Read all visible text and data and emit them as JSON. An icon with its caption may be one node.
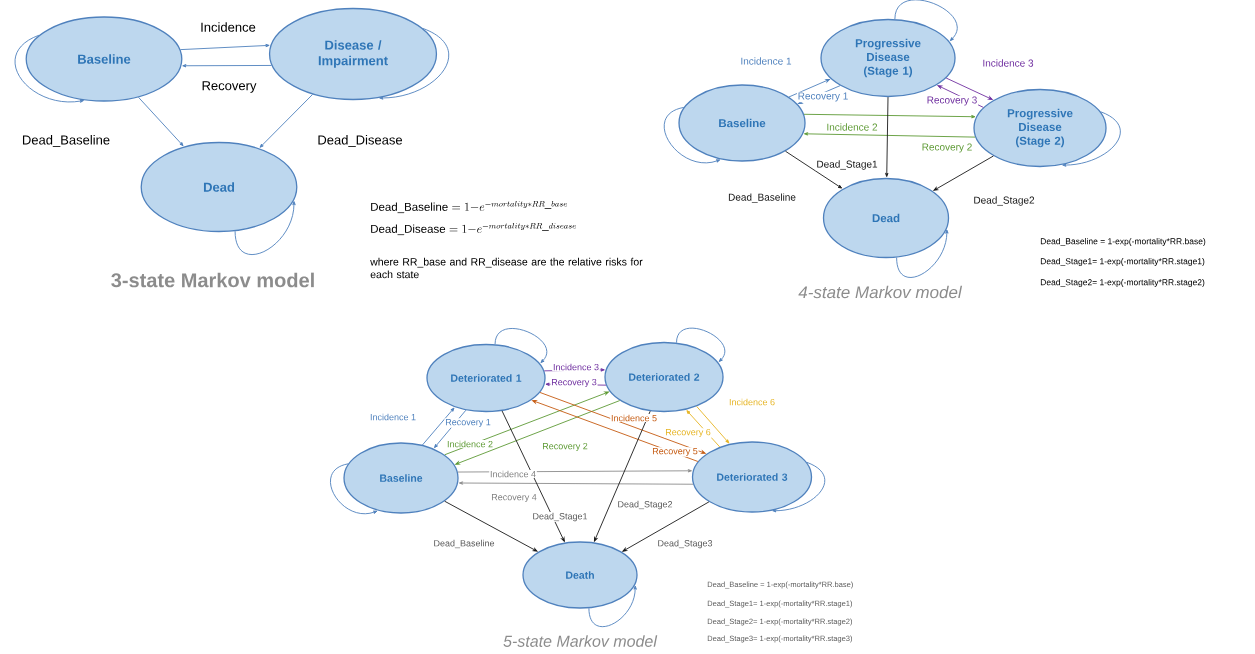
{
  "diagram": {
    "nodes": [
      {
        "text": [
          "Baseline"
        ]
      },
      {
        "text": [
          "Disease / Impairment"
        ]
      },
      {
        "text": [
          "Dead"
        ]
      },
      {
        "text": [
          "Progressive Disease (Stage 1)"
        ]
      },
      {
        "text": [
          "Baseline"
        ]
      },
      {
        "text": [
          "Progressive Disease (Stage 2)"
        ]
      },
      {
        "text": [
          "Dead"
        ]
      },
      {
        "text": [
          "Deteriorated 1"
        ]
      },
      {
        "text": [
          "Deteriorated 2"
        ]
      },
      {
        "text": [
          "Baseline"
        ]
      },
      {
        "text": [
          "Deteriorated 3"
        ]
      },
      {
        "text": [
          "Death"
        ]
      }
    ],
    "edges": [
      {
        "from": 0,
        "to": 1,
        "arrow": "to",
        "label": "Incidence"
      },
      {
        "from": 1,
        "to": 0,
        "arrow": "to",
        "label": "Recovery"
      },
      {
        "from": 0,
        "to": 2,
        "arrow": "to",
        "label": "Dead_Baseline"
      },
      {
        "from": 1,
        "to": 2,
        "arrow": "to",
        "label": "Dead_Disease"
      },
      {
        "from": 0,
        "to": 0,
        "arrow": "to"
      },
      {
        "from": 1,
        "to": 1,
        "arrow": "to"
      },
      {
        "from": 2,
        "to": 2,
        "arrow": "to"
      },
      {
        "from": 4,
        "to": 3,
        "arrow": "to",
        "label": "Incidence 1"
      },
      {
        "from": 3,
        "to": 4,
        "arrow": "to",
        "label": "Recovery 1"
      },
      {
        "from": 3,
        "to": 5,
        "arrow": "to",
        "label": "Incidence 3",
        "color": "#7030a0"
      },
      {
        "from": 5,
        "to": 3,
        "arrow": "to",
        "label": "Recovery 3",
        "color": "#7030a0"
      },
      {
        "from": 4,
        "to": 5,
        "arrow": "to",
        "label": "Incidence 2",
        "color": "#5e9a35"
      },
      {
        "from": 5,
        "to": 4,
        "arrow": "to",
        "label": "Recovery 2",
        "color": "#5e9a35"
      },
      {
        "from": 3,
        "to": 6,
        "arrow": "to",
        "label": "Dead_Stage1",
        "color": "#1a1a1a"
      },
      {
        "from": 4,
        "to": 6,
        "arrow": "to",
        "label": "Dead_Baseline",
        "color": "#1a1a1a"
      },
      {
        "from": 5,
        "to": 6,
        "arrow": "to",
        "label": "Dead_Stage2",
        "color": "#1a1a1a"
      },
      {
        "from": 3,
        "to": 3,
        "arrow": "to"
      },
      {
        "from": 4,
        "to": 4,
        "arrow": "to"
      },
      {
        "from": 5,
        "to": 5,
        "arrow": "to"
      },
      {
        "from": 6,
        "to": 6,
        "arrow": "to"
      },
      {
        "from": 9,
        "to": 7,
        "arrow": "to",
        "label": "Incidence 1"
      },
      {
        "from": 7,
        "to": 9,
        "arrow": "to",
        "label": "Recovery 1"
      },
      {
        "from": 7,
        "to": 8,
        "arrow": "to",
        "label": "Incidence 3",
        "color": "#7030a0"
      },
      {
        "from": 8,
        "to": 7,
        "arrow": "to",
        "label": "Recovery 3",
        "color": "#7030a0"
      },
      {
        "from": 9,
        "to": 8,
        "arrow": "to",
        "label": "Incidence 2",
        "color": "#5e9a35"
      },
      {
        "from": 8,
        "to": 9,
        "arrow": "to",
        "label": "Recovery 2",
        "color": "#5e9a35"
      },
      {
        "from": 7,
        "to": 10,
        "arrow": "to",
        "label": "Incidence 5",
        "color": "#c55a11"
      },
      {
        "from": 10,
        "to": 7,
        "arrow": "to",
        "label": "Recovery 5",
        "color": "#c55a11"
      },
      {
        "from": 8,
        "to": 10,
        "arrow": "to",
        "label": "Incidence 6",
        "color": "#e6b422"
      },
      {
        "from": 10,
        "to": 8,
        "arrow": "to",
        "label": "Recovery 6",
        "color": "#e6b422"
      },
      {
        "from": 9,
        "to": 10,
        "arrow": "to",
        "label": "Incidence 4",
        "color": "#8c8c8c"
      },
      {
        "from": 10,
        "to": 9,
        "arrow": "to",
        "label": "Recovery 4",
        "color": "#8c8c8c"
      },
      {
        "from": 9,
        "to": 11,
        "arrow": "to",
        "label": "Dead_Baseline",
        "color": "#1a1a1a"
      },
      {
        "from": 7,
        "to": 11,
        "arrow": "to",
        "label": "Dead_Stage1",
        "color": "#1a1a1a"
      },
      {
        "from": 8,
        "to": 11,
        "arrow": "to",
        "label": "Dead_Stage2",
        "color": "#1a1a1a"
      },
      {
        "from": 10,
        "to": 11,
        "arrow": "to",
        "label": "Dead_Stage3",
        "color": "#1a1a1a"
      },
      {
        "from": 7,
        "to": 7,
        "arrow": "to"
      },
      {
        "from": 8,
        "to": 8,
        "arrow": "to"
      },
      {
        "from": 9,
        "to": 9,
        "arrow": "to"
      },
      {
        "from": 10,
        "to": 10,
        "arrow": "to"
      },
      {
        "from": 11,
        "to": 11,
        "arrow": "to"
      }
    ],
    "labels": [
      "3-state Markov model",
      "\\mathrm{Dead\\_Baseline} = 1\\mathrm{-}e^{-mortality\\ast RR\\_base}",
      "\\mathrm{Dead\\_Disease} = 1\\mathrm{-}e^{-mortality\\ast RR\\_disease}",
      "where RR_base and RR_disease are the relative risks for each state",
      "4-state Markov model",
      "Dead_Baseline = 1-exp(-mortality*RR.base)",
      "Dead_Stage1= 1-exp(-mortality*RR.stage1)",
      "Dead_Stage2= 1-exp(-mortality*RR.stage2)",
      "5-state Markov model",
      "Dead_Baseline = 1-exp(-mortality*RR.base)",
      "Dead_Stage1= 1-exp(-mortality*RR.stage1)",
      "Dead_Stage2= 1-exp(-mortality*RR.stage2)",
      "Dead_Stage3= 1-exp(-mortality*RR.stage3)"
    ]
  }
}
